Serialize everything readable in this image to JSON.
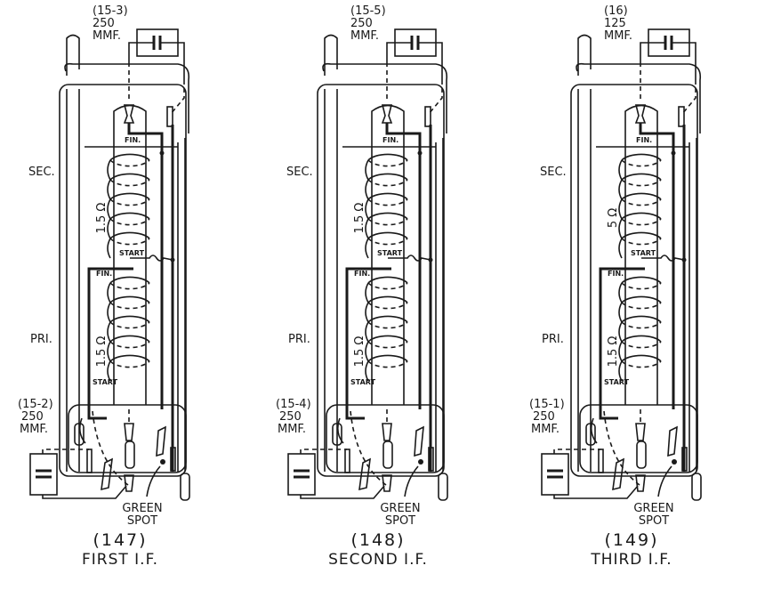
{
  "figure": {
    "panels": [
      {
        "id": "147",
        "number": "(147)",
        "title": "FIRST I.F.",
        "top_cap": {
          "ref": "(15-3)",
          "value": "250",
          "unit": "MMF."
        },
        "bottom_cap": {
          "ref": "(15-2)",
          "value": "250",
          "unit": "MMF."
        },
        "sec_label": "SEC.",
        "pri_label": "PRI.",
        "sec_ohms": "1.5 Ω",
        "pri_ohms": "1.5 Ω",
        "fin": "FIN.",
        "start": "START",
        "spot": [
          "GREEN",
          "SPOT"
        ]
      },
      {
        "id": "148",
        "number": "(148)",
        "title": "SECOND I.F.",
        "top_cap": {
          "ref": "(15-5)",
          "value": "250",
          "unit": "MMF."
        },
        "bottom_cap": {
          "ref": "(15-4)",
          "value": "250",
          "unit": "MMF."
        },
        "sec_label": "SEC.",
        "pri_label": "PRI.",
        "sec_ohms": "1.5 Ω",
        "pri_ohms": "1.5 Ω",
        "fin": "FIN.",
        "start": "START",
        "spot": [
          "GREEN",
          "SPOT"
        ]
      },
      {
        "id": "149",
        "number": "(149)",
        "title": "THIRD I.F.",
        "top_cap": {
          "ref": "(16)",
          "value": "125",
          "unit": "MMF."
        },
        "bottom_cap": {
          "ref": "(15-1)",
          "value": "250",
          "unit": "MMF."
        },
        "sec_label": "SEC.",
        "pri_label": "PRI.",
        "sec_ohms": "5 Ω",
        "pri_ohms": "1.5 Ω",
        "fin": "FIN.",
        "start": "START",
        "spot": [
          "GREEN",
          "SPOT"
        ]
      }
    ]
  }
}
